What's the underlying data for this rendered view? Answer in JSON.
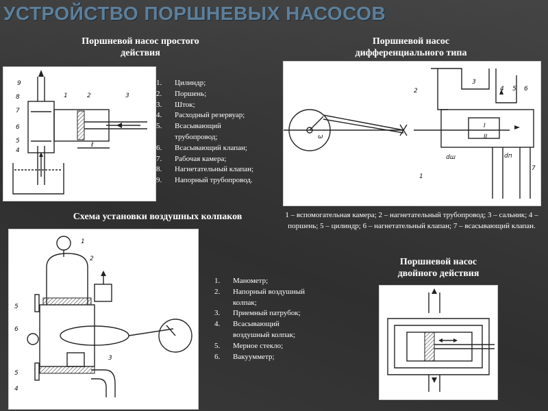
{
  "slide": {
    "title": "УСТРОЙСТВО ПОРШНЕВЫХ НАСОСОВ"
  },
  "single_acting": {
    "caption_line1": "Поршневой насос простого",
    "caption_line2": "действия",
    "legend": [
      {
        "num": "1.",
        "text": "Цилиндр;"
      },
      {
        "num": "2.",
        "text": "Поршень;"
      },
      {
        "num": "3.",
        "text": "Шток;"
      },
      {
        "num": "4.",
        "text": "Расходный резервуар;"
      },
      {
        "num": "5.",
        "text": "Всасывающий"
      },
      {
        "num": "",
        "text": "трубопровод;"
      },
      {
        "num": "6.",
        "text": "Всасывающий клапан;"
      },
      {
        "num": "7.",
        "text": "Рабочая камера;"
      },
      {
        "num": "8.",
        "text": "Нагнетательный клапан;"
      },
      {
        "num": "9.",
        "text": "Напорный трубопровод."
      }
    ],
    "diagram_labels": [
      "9",
      "8",
      "7",
      "6",
      "5",
      "4",
      "1",
      "2",
      "3",
      "ℓ"
    ]
  },
  "differential": {
    "caption_line1": "Поршневой насос",
    "caption_line2": "дифференциального типа",
    "legend_text": "1 – вспомогательная камера; 2 – нагнетательный трубопровод; 3 – сальник; 4 – поршень; 5 – цилиндр; 6 – нагнетательный клапан; 7 – всасывающий клапан.",
    "diagram_labels": [
      "2",
      "3",
      "4",
      "5",
      "6",
      "1",
      "7",
      "ω",
      "dш",
      "dп",
      "I",
      "II"
    ]
  },
  "air_caps": {
    "caption": "Схема установки воздушных колпаков",
    "legend": [
      {
        "num": "1.",
        "text": "Манометр;"
      },
      {
        "num": "2.",
        "text": "Напорный воздушный"
      },
      {
        "num": "",
        "text": "колпак;"
      },
      {
        "num": "3.",
        "text": "Приемный патрубок;"
      },
      {
        "num": "4.",
        "text": "Всасывающий"
      },
      {
        "num": "",
        "text": "воздушный колпак;"
      },
      {
        "num": "5.",
        "text": "Мерное стекло;"
      },
      {
        "num": "6.",
        "text": "Вакуумметр;"
      }
    ],
    "diagram_labels": [
      "1",
      "2",
      "5",
      "6",
      "5",
      "3",
      "4"
    ]
  },
  "double_acting": {
    "caption_line1": "Поршневой насос",
    "caption_line2": "двойного действия"
  }
}
